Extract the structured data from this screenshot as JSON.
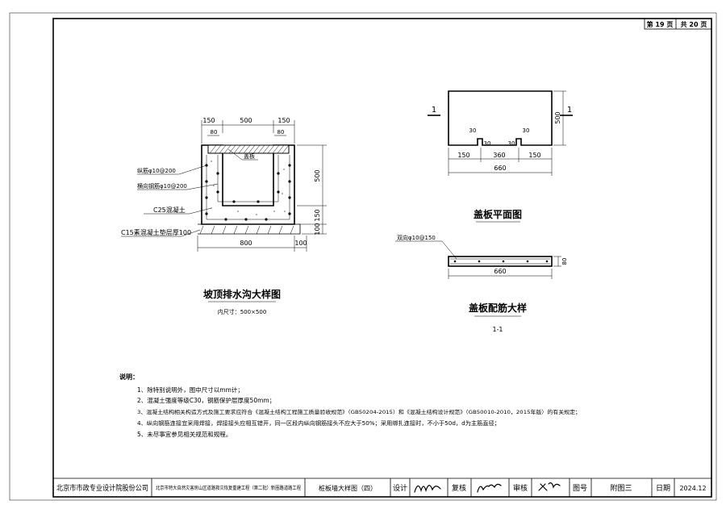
{
  "page_badges": {
    "page": "第 19 页",
    "total": "共 20 页"
  },
  "section_view": {
    "title": "坡顶排水沟大样图",
    "subtitle": "内尺寸：500×500",
    "dims_top": [
      "150",
      "500",
      "150"
    ],
    "dims_small": [
      "80",
      "80"
    ],
    "dims_right": [
      "500",
      "150",
      "100"
    ],
    "dims_bottom": [
      "800",
      "100"
    ],
    "labels": {
      "cover": "盖板",
      "long_rebar": "纵筋φ10@200",
      "stirrup": "横向钢筋φ10@200",
      "concrete": "C25混凝土",
      "cushion": "C15素混凝土垫层厚100"
    }
  },
  "plan_view": {
    "title": "盖板平面图",
    "section_mark": "1",
    "dims_bottom": [
      "150",
      "360",
      "150"
    ],
    "dim_total": "660",
    "dim_right": "500",
    "notch_dims": [
      "30",
      "30",
      "30",
      "30"
    ]
  },
  "rebar_view": {
    "title": "盖板配筋大样",
    "section_label": "1-1",
    "rebar_label": "双向φ10@150",
    "dim_total": "660",
    "dim_thickness": "80"
  },
  "notes": {
    "heading": "说明：",
    "items": [
      "1、除特别说明外，图中尺寸以mm计；",
      "2、混凝土强度等级C30，钢筋保护层厚度50mm；",
      "3、混凝土结构相关构造方式及施工要求应符合《混凝土结构工程施工质量验收规范》（GB50204-2015）和《混凝土结构设计规范》（GB50010-2010，2015年版）的有关规定；",
      "4、纵向钢筋连接宜采用焊接，焊接接头应相互错开，同一区段内纵向钢筋接头不应大于50%；采用绑扎连接时，不小于50d，d为主筋直径；",
      "5、未尽事宜参见相关规范和规程。"
    ]
  },
  "title_block": {
    "company": "北京市市政专业设计院股份公司",
    "project": "北京市特大自然灾害房山区道路救灾恢复重建工程（第二批）新圈路道路工程",
    "drawing_name": "桩板墙大样图（四）",
    "design_label": "设计",
    "review_label": "复核",
    "approve_label": "审核",
    "drawing_no_label": "图号",
    "drawing_no": "附图三",
    "date_label": "日期",
    "date": "2024.12"
  }
}
